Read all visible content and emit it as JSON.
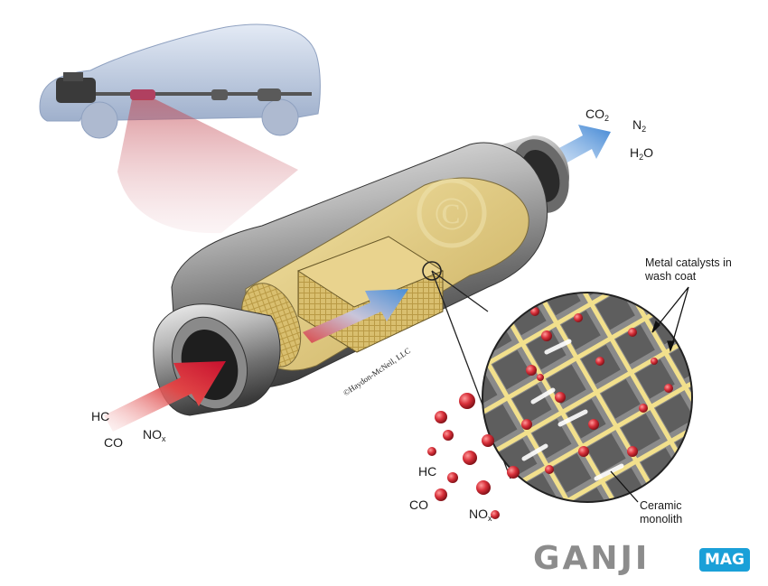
{
  "diagram": {
    "input_gases": {
      "hc": "HC",
      "co": "CO",
      "nox_main": "NO",
      "nox_sub": "x"
    },
    "cutaway_gases": {
      "hc": "HC",
      "co": "CO",
      "nox_main": "NO",
      "nox_sub": "x"
    },
    "output_gases": {
      "co2_main": "CO",
      "co2_sub": "2",
      "n2_main": "N",
      "n2_sub": "2",
      "h2o_main": "H",
      "h2o_sub": "2",
      "h2o_tail": "O"
    },
    "callouts": {
      "metal_catalysts": "Metal catalysts in wash coat",
      "ceramic_monolith": "Ceramic monolith"
    },
    "credit": "©Haydon-McNeil, LLC",
    "watermark_symbol": "©"
  },
  "logo": {
    "text": "GANJI",
    "badge": "MAG"
  },
  "colors": {
    "inflow_arrow": "#c8102e",
    "outflow_arrow": "#4a8fd6",
    "substrate": "#e8d48a",
    "catalyst_dot": "#d8303a",
    "car_body": "#c7d3e6",
    "logo_accent": "#1aa0d8"
  }
}
